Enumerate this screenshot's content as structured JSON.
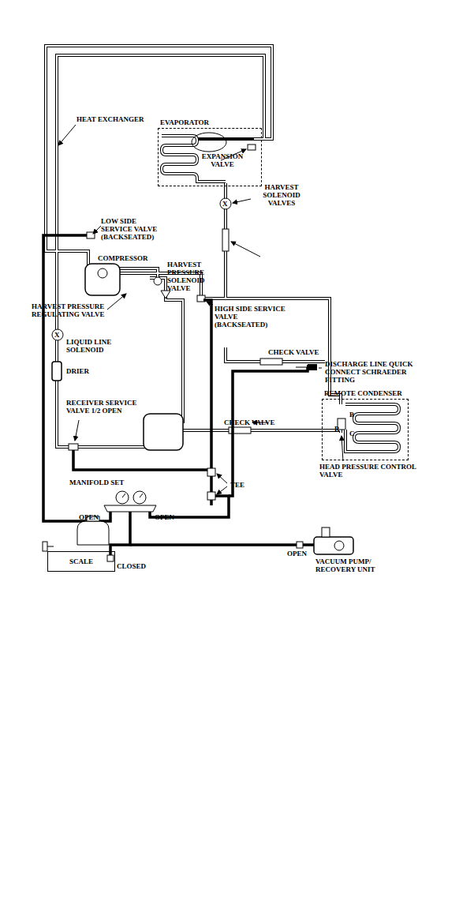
{
  "diagram": {
    "nodes": [
      {
        "text": [
          "EVAPORATOR"
        ]
      },
      {
        "text": [
          "REMOTE CONDENSER"
        ]
      },
      {
        "text": [
          "SCALE"
        ]
      }
    ],
    "labels": [
      "HEAT EXCHANGER",
      "EXPANSION VALVE",
      "HARVEST SOLENOID VALVES",
      "LOW SIDE SERVICE VALVE (BACKSEATED)",
      "COMPRESSOR",
      "HARVEST PRESSURE SOLENOID VALVE",
      "HARVEST PRESSURE REGULATING VALVE",
      "CHECK VALVE",
      "HIGH SIDE SERVICE VALVE (BACKSEATED)",
      "LIQUID LINE SOLENOID",
      "DRIER",
      "DISCHARGE LINE QUICK CONNECT SCHRAEDER FITTING",
      "RECEIVER SERVICE VALVE 1/2 OPEN",
      "CHECK VALVE",
      "B",
      "R",
      "C",
      "HEAD PRESSURE CONTROL VALVE",
      "MANIFOLD SET",
      "TEE",
      "OPEN",
      "OPEN",
      "OPEN",
      "VACUUM PUMP/ RECOVERY UNIT",
      "CLOSED",
      "X",
      "X"
    ]
  }
}
